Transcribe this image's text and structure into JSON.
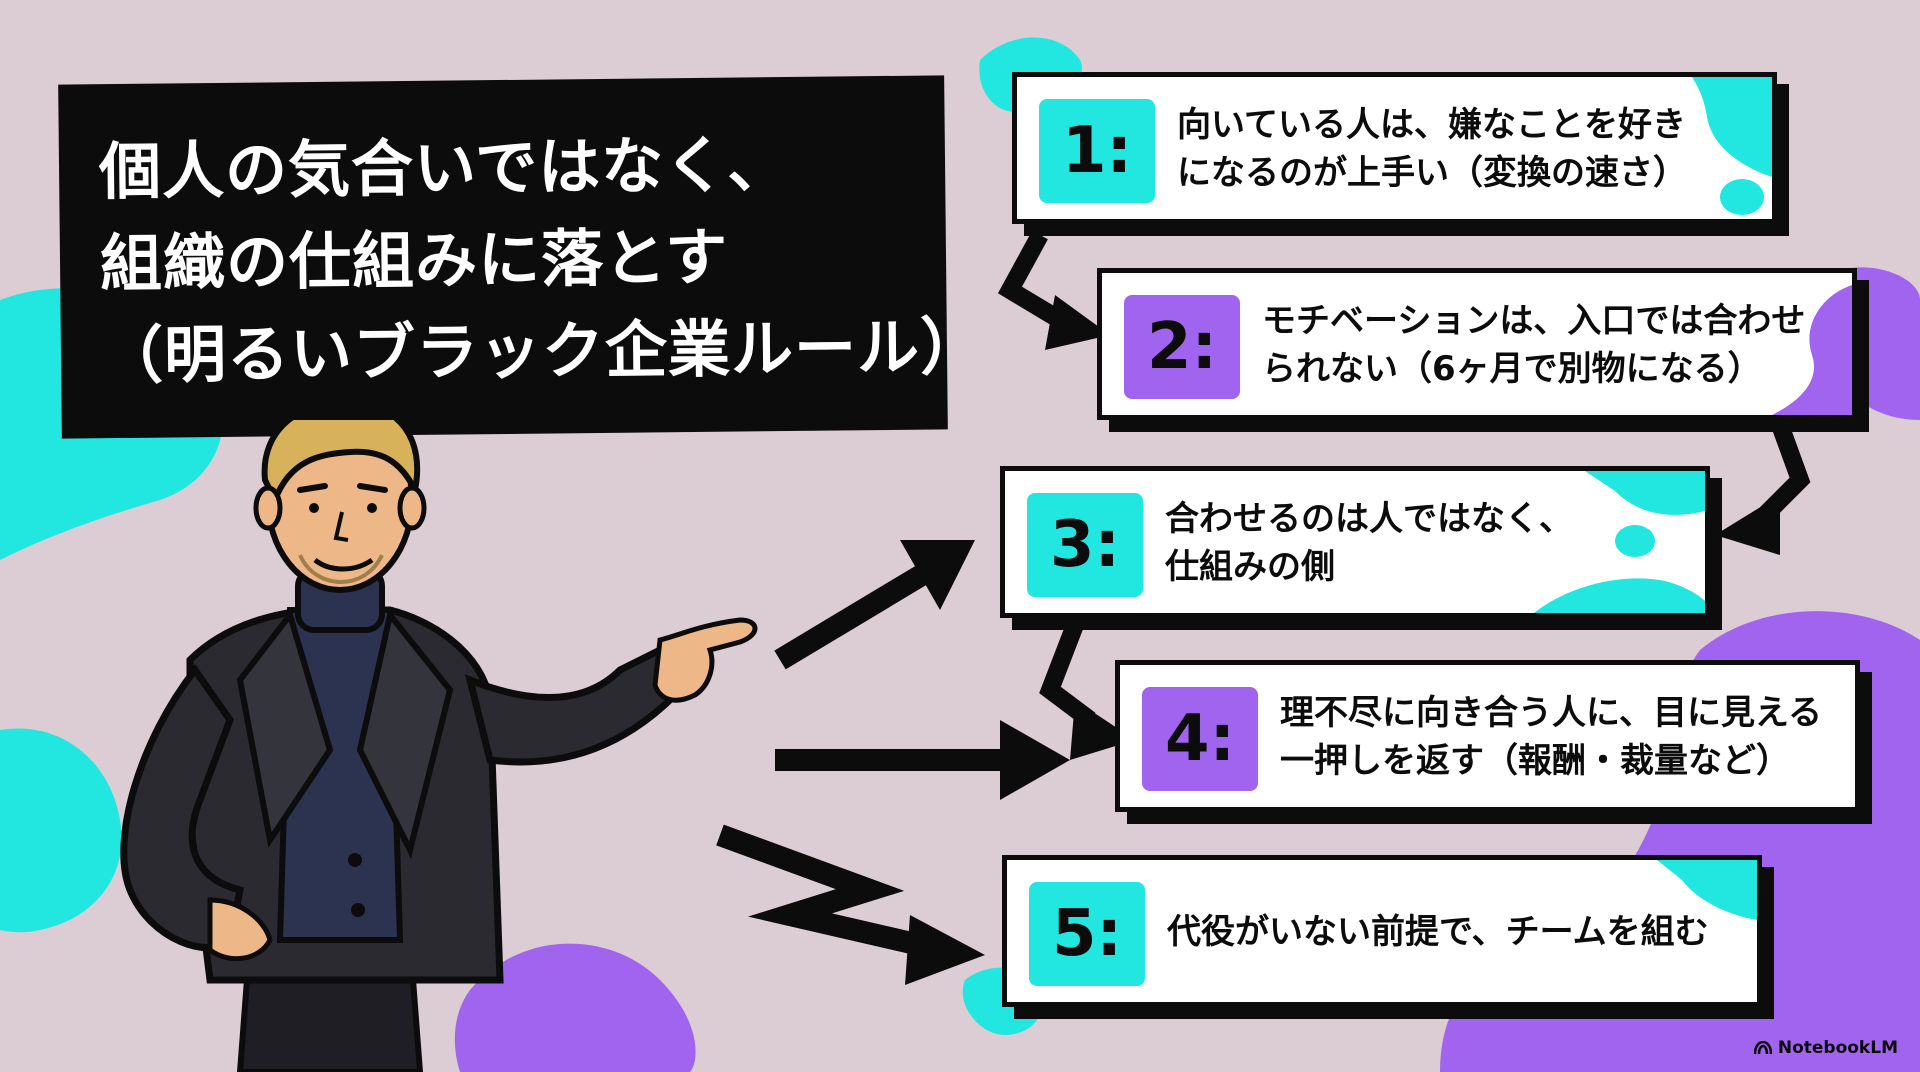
{
  "title": {
    "lines": [
      "個人の気合いではなく、",
      "組織の仕組みに落とす",
      "（明るいブラック企業ルール）"
    ]
  },
  "cards": [
    {
      "number": "1:",
      "lines": [
        "向いている人は、嫌なことを好き",
        "になるのが上手い（変換の速さ）"
      ],
      "accent": "#22e6e0"
    },
    {
      "number": "2:",
      "lines": [
        "モチベーションは、入口では合わせ",
        "られない（6ヶ月で別物になる）"
      ],
      "accent": "#a064ef"
    },
    {
      "number": "3:",
      "lines": [
        "合わせるのは人ではなく、",
        "仕組みの側"
      ],
      "accent": "#22e6e0"
    },
    {
      "number": "4:",
      "lines": [
        "理不尽に向き合う人に、目に見える",
        "一押しを返す（報酬・裁量など）"
      ],
      "accent": "#a064ef"
    },
    {
      "number": "5:",
      "lines": [
        "代役がいない前提で、チームを組む"
      ],
      "accent": "#22e6e0"
    }
  ],
  "branding": {
    "label": "NotebookLM"
  },
  "colors": {
    "background": "#dccdd4",
    "cyan": "#22e6e0",
    "purple": "#a064ef",
    "ink": "#0c0c0c"
  }
}
